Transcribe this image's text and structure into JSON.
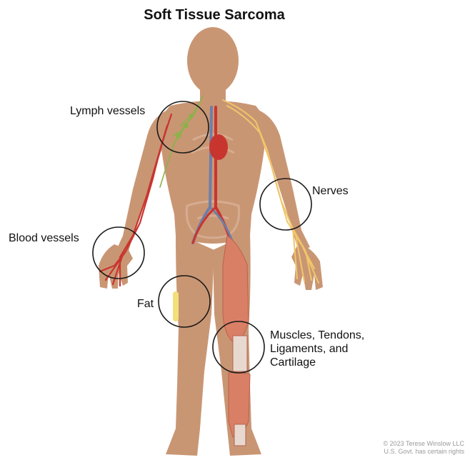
{
  "title": "Soft Tissue Sarcoma",
  "callouts": {
    "lymph": "Lymph vessels",
    "nerves": "Nerves",
    "blood": "Blood vessels",
    "fat": "Fat",
    "muscles_line1": "Muscles, Tendons,",
    "muscles_line2": "Ligaments, and",
    "muscles_line3": "Cartilage"
  },
  "copyright": {
    "line1": "© 2023 Terese Winslow LLC",
    "line2": "U.S. Govt. has certain rights"
  },
  "colors": {
    "skin": "#c99674",
    "skin_shadow": "#b9805f",
    "nerve": "#f0c66a",
    "blood": "#c8352f",
    "vein": "#6f7ea8",
    "lymph": "#8fb04a",
    "muscle": "#d97f66",
    "fat": "#f4e07a",
    "circle": "#1a1a1a"
  }
}
